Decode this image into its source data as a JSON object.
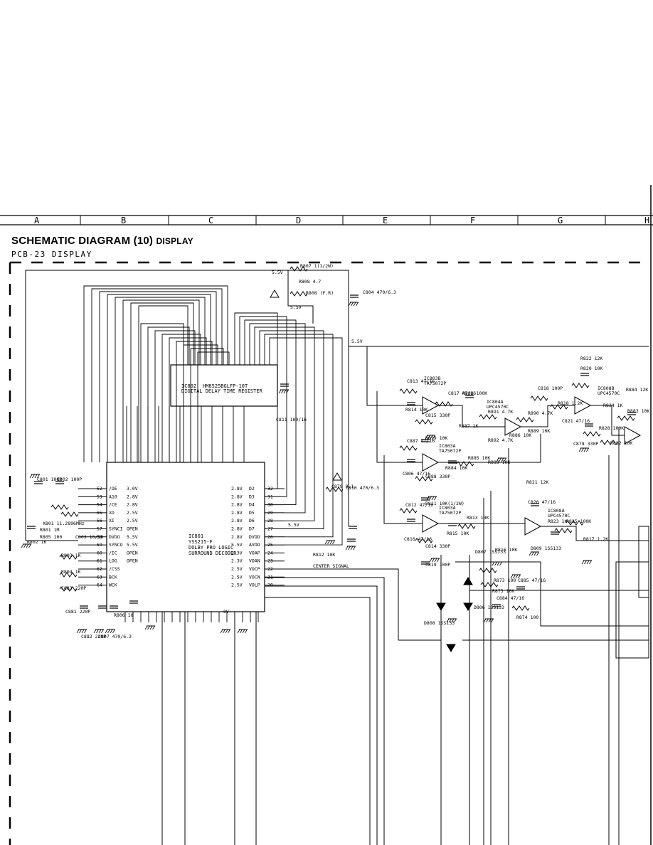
{
  "page": {
    "title": "SCHEMATIC DIAGRAM (10)",
    "title_sub": "DISPLAY",
    "pcb_label": "PCB-23 DISPLAY"
  },
  "zones": [
    "A",
    "B",
    "C",
    "D",
    "E",
    "F",
    "G",
    "H"
  ],
  "ics": {
    "ic802": {
      "ref": "IC802",
      "part": "HM8525BGLFP-10T",
      "desc": "DIGITAL DELAY TIME REGISTER"
    },
    "ic801": {
      "ref": "IC801",
      "part": "YSS215-F",
      "desc1": "DOLBY PRO LOGIC",
      "desc2": "SURROUND DECODER"
    },
    "ic803a": {
      "ref": "IC803A",
      "part": "TA75072P"
    },
    "ic803b": {
      "ref": "IC803B",
      "part": "TA75072P"
    },
    "ic805a": {
      "ref": "IC803A",
      "part": "TA75072P"
    },
    "ic804a": {
      "ref": "IC804A",
      "part": "UPC4570C"
    },
    "ic808a": {
      "ref": "IC808A",
      "part": "UPC4570C"
    },
    "ic808b": {
      "ref": "IC808B",
      "part": "UPC4570C"
    }
  },
  "ic801_left_pins": [
    {
      "num": "52",
      "name": "/OE",
      "v": "3.0V"
    },
    {
      "num": "53",
      "name": "A10",
      "v": "2.8V"
    },
    {
      "num": "54",
      "name": "/CE",
      "v": "2.8V"
    },
    {
      "num": "55",
      "name": "XO",
      "v": "2.5V"
    },
    {
      "num": "56",
      "name": "XI",
      "v": "2.5V"
    },
    {
      "num": "57",
      "name": "SYNCI",
      "v": "OPEN"
    },
    {
      "num": "58",
      "name": "DVDO",
      "v": "5.5V"
    },
    {
      "num": "59",
      "name": "SYNCO",
      "v": "5.5V"
    },
    {
      "num": "60",
      "name": "/IC",
      "v": "OPEN"
    },
    {
      "num": "61",
      "name": "LOG",
      "v": "OPEN"
    },
    {
      "num": "62",
      "name": "/CSS",
      "v": ""
    },
    {
      "num": "63",
      "name": "BCK",
      "v": ""
    },
    {
      "num": "64",
      "name": "WCK",
      "v": ""
    }
  ],
  "ic801_right_pins": [
    {
      "num": "32",
      "name": "D2",
      "v": "2.8V"
    },
    {
      "num": "31",
      "name": "D3",
      "v": "2.8V"
    },
    {
      "num": "30",
      "name": "D4",
      "v": "2.8V"
    },
    {
      "num": "29",
      "name": "D5",
      "v": "2.8V"
    },
    {
      "num": "28",
      "name": "D6",
      "v": "2.8V"
    },
    {
      "num": "27",
      "name": "D7",
      "v": "2.8V"
    },
    {
      "num": "26",
      "name": "DVDD",
      "v": "2.8V"
    },
    {
      "num": "25",
      "name": "AVDD",
      "v": "5.5V"
    },
    {
      "num": "24",
      "name": "VOAP",
      "v": "2.3V"
    },
    {
      "num": "23",
      "name": "VOAN",
      "v": "2.3V"
    },
    {
      "num": "22",
      "name": "VOCP",
      "v": "2.5V"
    },
    {
      "num": "21",
      "name": "VOCN",
      "v": "2.5V"
    },
    {
      "num": "20",
      "name": "VOLP",
      "v": "2.5V"
    }
  ],
  "components": [
    {
      "ref": "R807",
      "val": "1(1/2W)"
    },
    {
      "ref": "R808",
      "val": "4.7"
    },
    {
      "ref": "R808",
      "val": "(F.R)"
    },
    {
      "ref": "C804",
      "val": "470/6.3"
    },
    {
      "ref": "C811",
      "val": "100/16"
    },
    {
      "ref": "C801",
      "val": "100P"
    },
    {
      "ref": "C802",
      "val": "100P"
    },
    {
      "ref": "X801",
      "val": "11.2896MHz"
    },
    {
      "ref": "R801",
      "val": "1M"
    },
    {
      "ref": "R805",
      "val": "100"
    },
    {
      "ref": "C803",
      "val": "10/50"
    },
    {
      "ref": "R802",
      "val": "1K"
    },
    {
      "ref": "R803",
      "val": "1K"
    },
    {
      "ref": "R804",
      "val": "1K"
    },
    {
      "ref": "C883",
      "val": "220P"
    },
    {
      "ref": "C881",
      "val": "220P"
    },
    {
      "ref": "C882",
      "val": "220P"
    },
    {
      "ref": "C807",
      "val": "470/6.3"
    },
    {
      "ref": "R806",
      "val": "10"
    },
    {
      "ref": "C879",
      "val": "0.1"
    },
    {
      "ref": "C810",
      "val": "470/6.3"
    },
    {
      "ref": "R812",
      "val": "10K"
    },
    {
      "ref": "C813",
      "val": "47/16"
    },
    {
      "ref": "R814",
      "val": "10K"
    },
    {
      "ref": "C815",
      "val": "330P"
    },
    {
      "ref": "R819",
      "val": "10K"
    },
    {
      "ref": "C817",
      "val": "47/16"
    },
    {
      "ref": "R888",
      "val": "100K"
    },
    {
      "ref": "R887",
      "val": "1K"
    },
    {
      "ref": "R891",
      "val": "4.7K"
    },
    {
      "ref": "R890",
      "val": "4.7K"
    },
    {
      "ref": "R889",
      "val": "10K"
    },
    {
      "ref": "R886",
      "val": "10K"
    },
    {
      "ref": "R892",
      "val": "4.7K"
    },
    {
      "ref": "C818",
      "val": "100P"
    },
    {
      "ref": "R822",
      "val": "12K"
    },
    {
      "ref": "R820",
      "val": "10K"
    },
    {
      "ref": "R818",
      "val": "1.2K"
    },
    {
      "ref": "C821",
      "val": "47/16"
    },
    {
      "ref": "R824",
      "val": "1K"
    },
    {
      "ref": "R828",
      "val": "100K"
    },
    {
      "ref": "C878",
      "val": "330P"
    },
    {
      "ref": "R884",
      "val": "12K"
    },
    {
      "ref": "R883",
      "val": "10K"
    },
    {
      "ref": "R882",
      "val": "10K"
    },
    {
      "ref": "C887",
      "val": "47/16"
    },
    {
      "ref": "C806",
      "val": "47/16"
    },
    {
      "ref": "R884",
      "val": "10K"
    },
    {
      "ref": "R885",
      "val": "10K"
    },
    {
      "ref": "R883",
      "val": "10K"
    },
    {
      "ref": "C888",
      "val": "330P"
    },
    {
      "ref": "R811",
      "val": "10K(1/2W)"
    },
    {
      "ref": "C812",
      "val": "47/16"
    },
    {
      "ref": "C816",
      "val": "47/16"
    },
    {
      "ref": "R815",
      "val": "10K"
    },
    {
      "ref": "R813",
      "val": "10K"
    },
    {
      "ref": "C814",
      "val": "330P"
    },
    {
      "ref": "C819",
      "val": "100P"
    },
    {
      "ref": "R821",
      "val": "12K"
    },
    {
      "ref": "C820",
      "val": "47/16"
    },
    {
      "ref": "R823",
      "val": "1K"
    },
    {
      "ref": "R825",
      "val": "100K"
    },
    {
      "ref": "R817",
      "val": "1.2K"
    },
    {
      "ref": "R816",
      "val": "10K"
    },
    {
      "ref": "D809",
      "val": "1SS133"
    },
    {
      "ref": "D807",
      "val": "1SS133"
    },
    {
      "ref": "D808",
      "val": "1SS133"
    },
    {
      "ref": "D806",
      "val": "1SS133"
    },
    {
      "ref": "R873",
      "val": "100"
    },
    {
      "ref": "R875",
      "val": "10K"
    },
    {
      "ref": "C885",
      "val": "47/16"
    },
    {
      "ref": "C884",
      "val": "47/16"
    },
    {
      "ref": "R874",
      "val": "100"
    }
  ],
  "labels": {
    "v55a": "5.5V",
    "v55b": "5.5V",
    "v55c": "5.5V",
    "v55d": "5.5V",
    "center_signal": "CENTER SIGNAL",
    "zero_v": "0V"
  }
}
